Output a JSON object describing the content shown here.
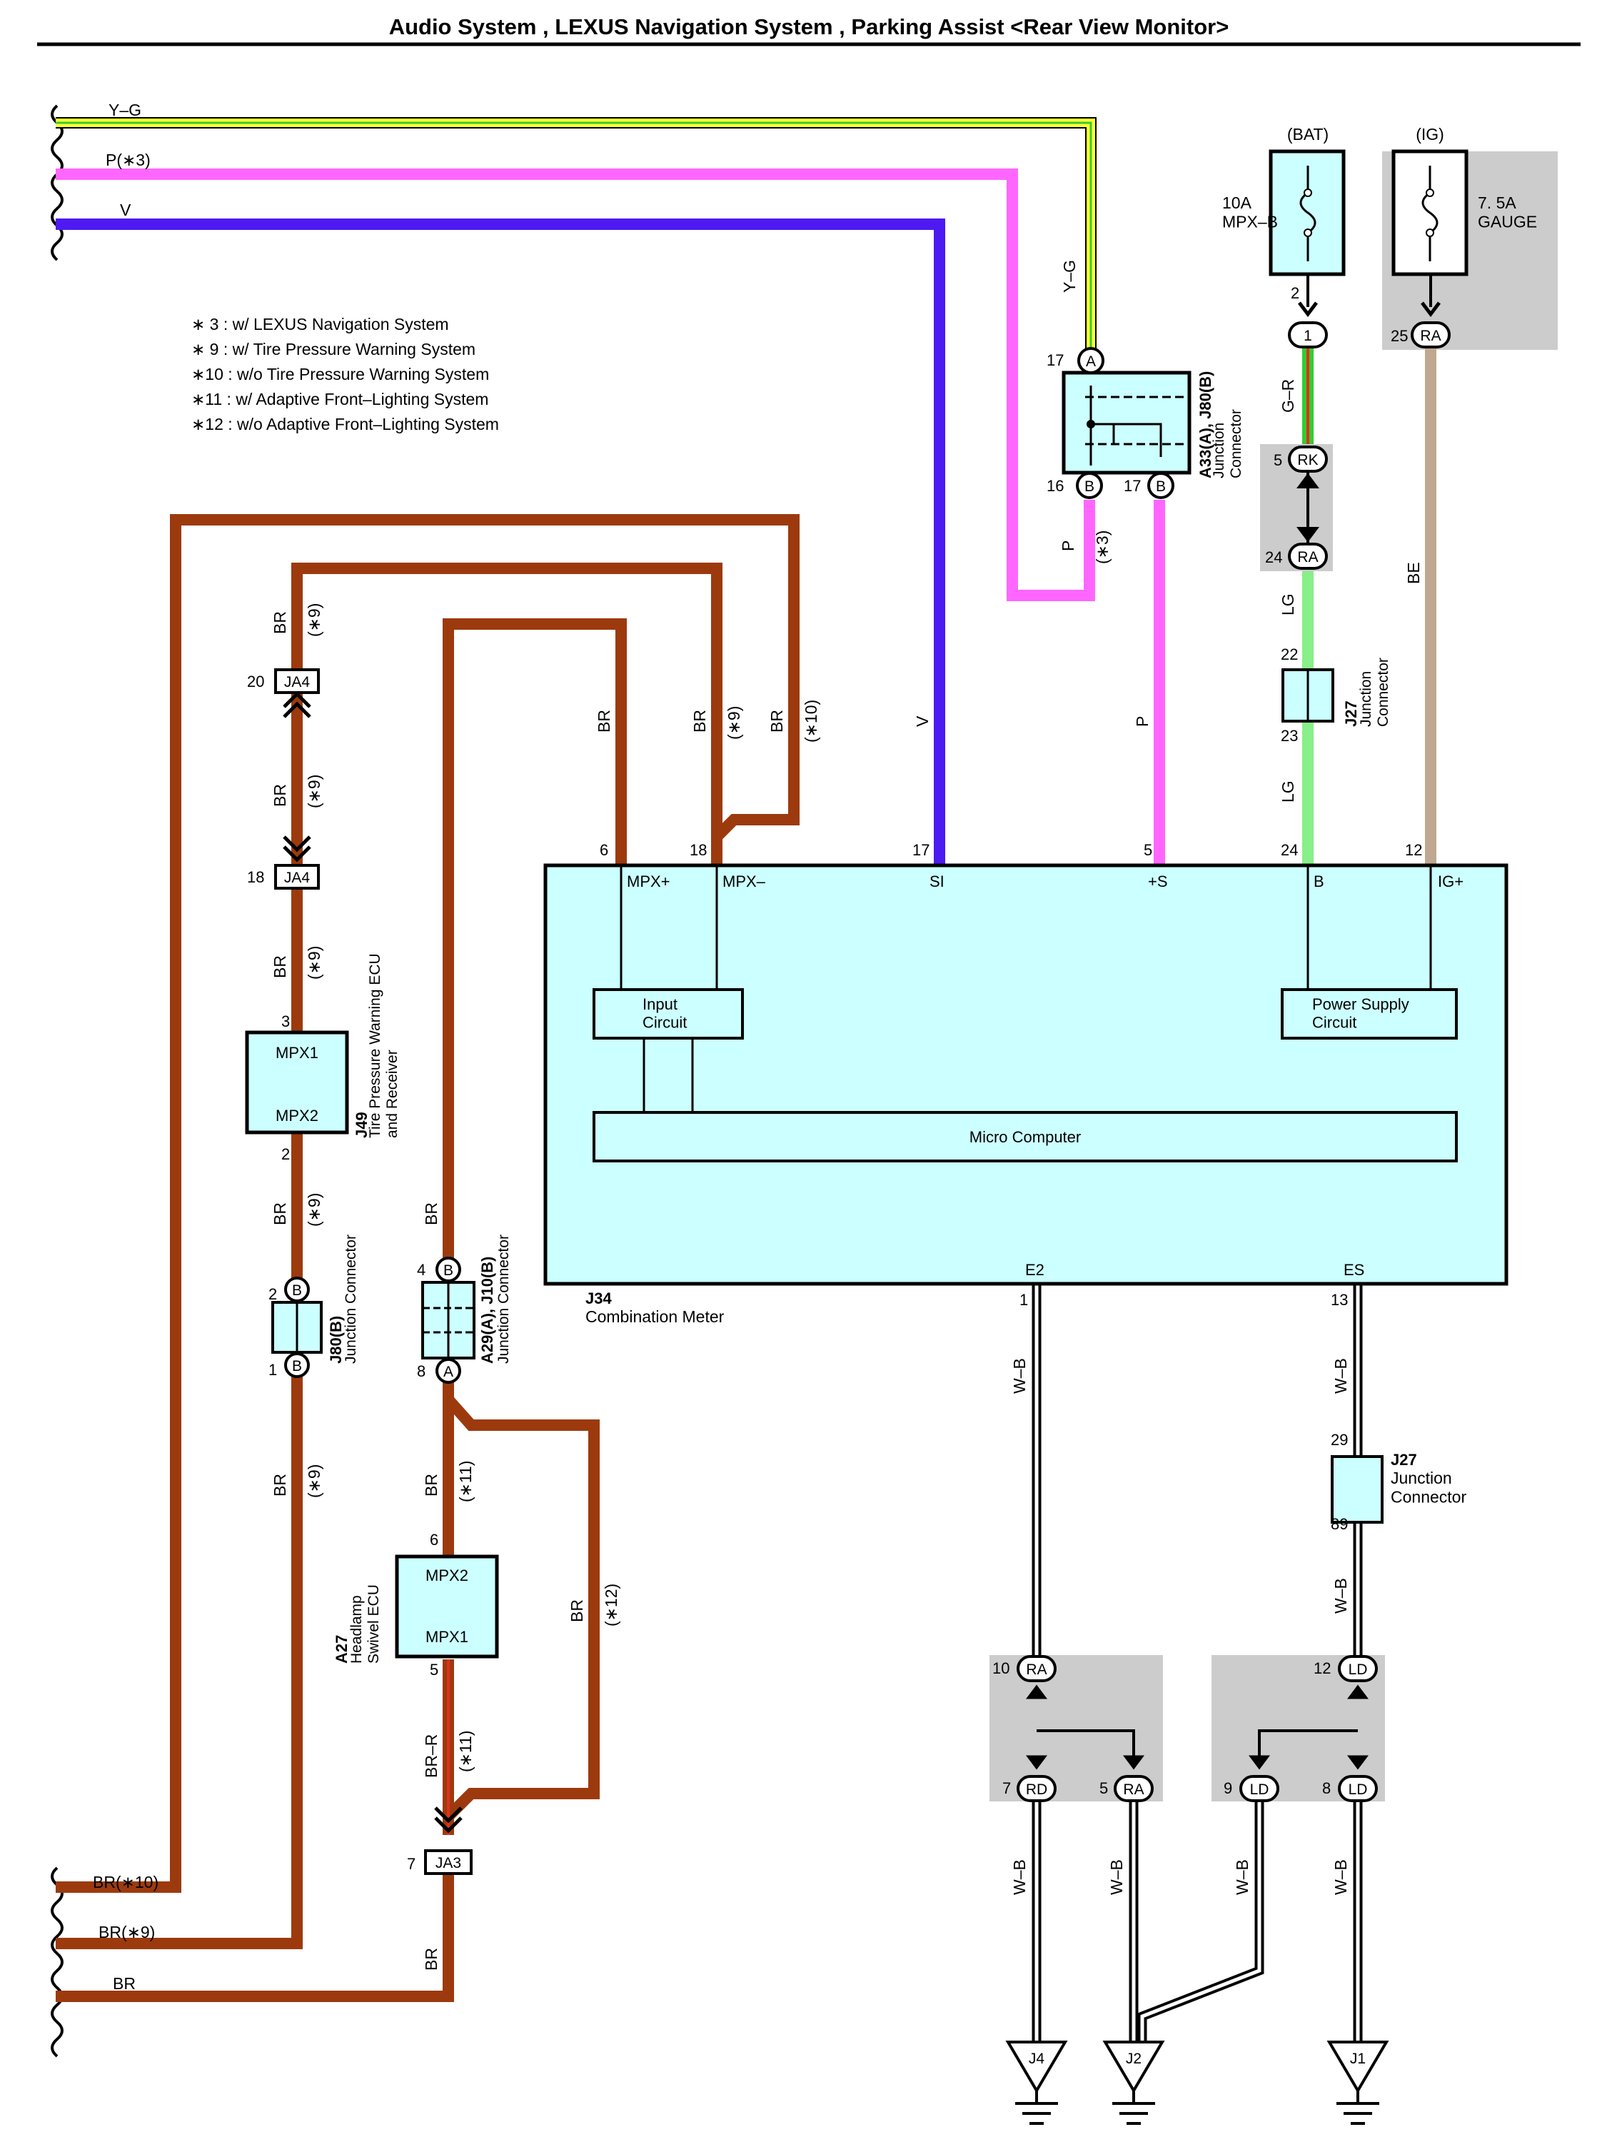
{
  "title": "Audio System , LEXUS Navigation System , Parking Assist <Rear View Monitor>",
  "notes": [
    "∗ 3 : w/ LEXUS Navigation System",
    "∗ 9 : w/ Tire Pressure Warning System",
    "∗10 : w/o Tire Pressure Warning System",
    "∗11 : w/ Adaptive Front–Lighting System",
    "∗12 : w/o Adaptive Front–Lighting System"
  ],
  "wire_colors": {
    "brown": "#9C3A0E",
    "magenta": "#FF66FF",
    "violet": "#4D1AF2",
    "yellow": "#FFFF33",
    "green": "#33CC33",
    "light_green": "#88F088",
    "red": "#E0301E",
    "beige": "#BFA88F",
    "component_fill": "#CCFFFF",
    "shade": "#CCCCCC"
  },
  "wires": {
    "yg": "Y–G",
    "p3": "P(∗3)",
    "v": "V",
    "br10": "BR(∗10)",
    "br9": "BR(∗9)",
    "br": "BR",
    "gr": "G–R",
    "lg": "LG",
    "be": "BE",
    "p": "P",
    "wb": "W–B",
    "brr": "BR–R",
    "n3": "(∗3)",
    "n9": "(∗9)",
    "n10": "(∗10)",
    "n11": "(∗11)",
    "n12": "(∗12)"
  },
  "fuses": {
    "bat_label": "(BAT)",
    "ig_label": "(IG)",
    "mpxb": "10A\nMPX–B",
    "gauge": "7. 5A\nGAUGE"
  },
  "components": {
    "j34_id": "J34",
    "j34_name": "Combination Meter",
    "pins": {
      "mpx_plus": "MPX+",
      "mpx_minus": "MPX–",
      "si": "SI",
      "plus_s": "+S",
      "b": "B",
      "ig_plus": "IG+",
      "e2": "E2",
      "es": "ES"
    },
    "input_circuit": "Input\nCircuit",
    "power_supply_circuit": "Power Supply\nCircuit",
    "micro_computer": "Micro Computer",
    "a33_id": "A33(A), J80(B)",
    "a33_name": "Junction\nConnector",
    "j27_id": "J27",
    "j27_name": "Junction\nConnector",
    "j49_id": "J49",
    "j49_name": "Tire Pressure Warning ECU\nand Receiver",
    "mpx1": "MPX1",
    "mpx2": "MPX2",
    "j80_id": "J80(B)",
    "j80_name": "Junction Connector",
    "a29_id": "A29(A), J10(B)",
    "a29_name": "Junction Connector",
    "a27_id": "A27",
    "a27_name": "Headlamp\nSwivel ECU",
    "ja4": "JA4",
    "ja3": "JA3",
    "j4": "J4",
    "j2": "J2",
    "j1": "J1"
  },
  "connectors": {
    "c1": "1",
    "ra": "RA",
    "rk": "RK",
    "rd": "RD",
    "ld": "LD",
    "a": "A",
    "b": "B"
  },
  "pin_numbers": {
    "p2": "2",
    "p25": "25",
    "p5": "5",
    "p24": "24",
    "p22": "22",
    "p23": "23",
    "p17": "17",
    "p16": "16",
    "p6": "6",
    "p18": "18",
    "p12": "12",
    "p1": "1",
    "p13": "13",
    "p29": "29",
    "p89": "89",
    "p10": "10",
    "p7": "7",
    "p9": "9",
    "p8": "8",
    "p20": "20",
    "p3": "3",
    "p4": "4"
  }
}
